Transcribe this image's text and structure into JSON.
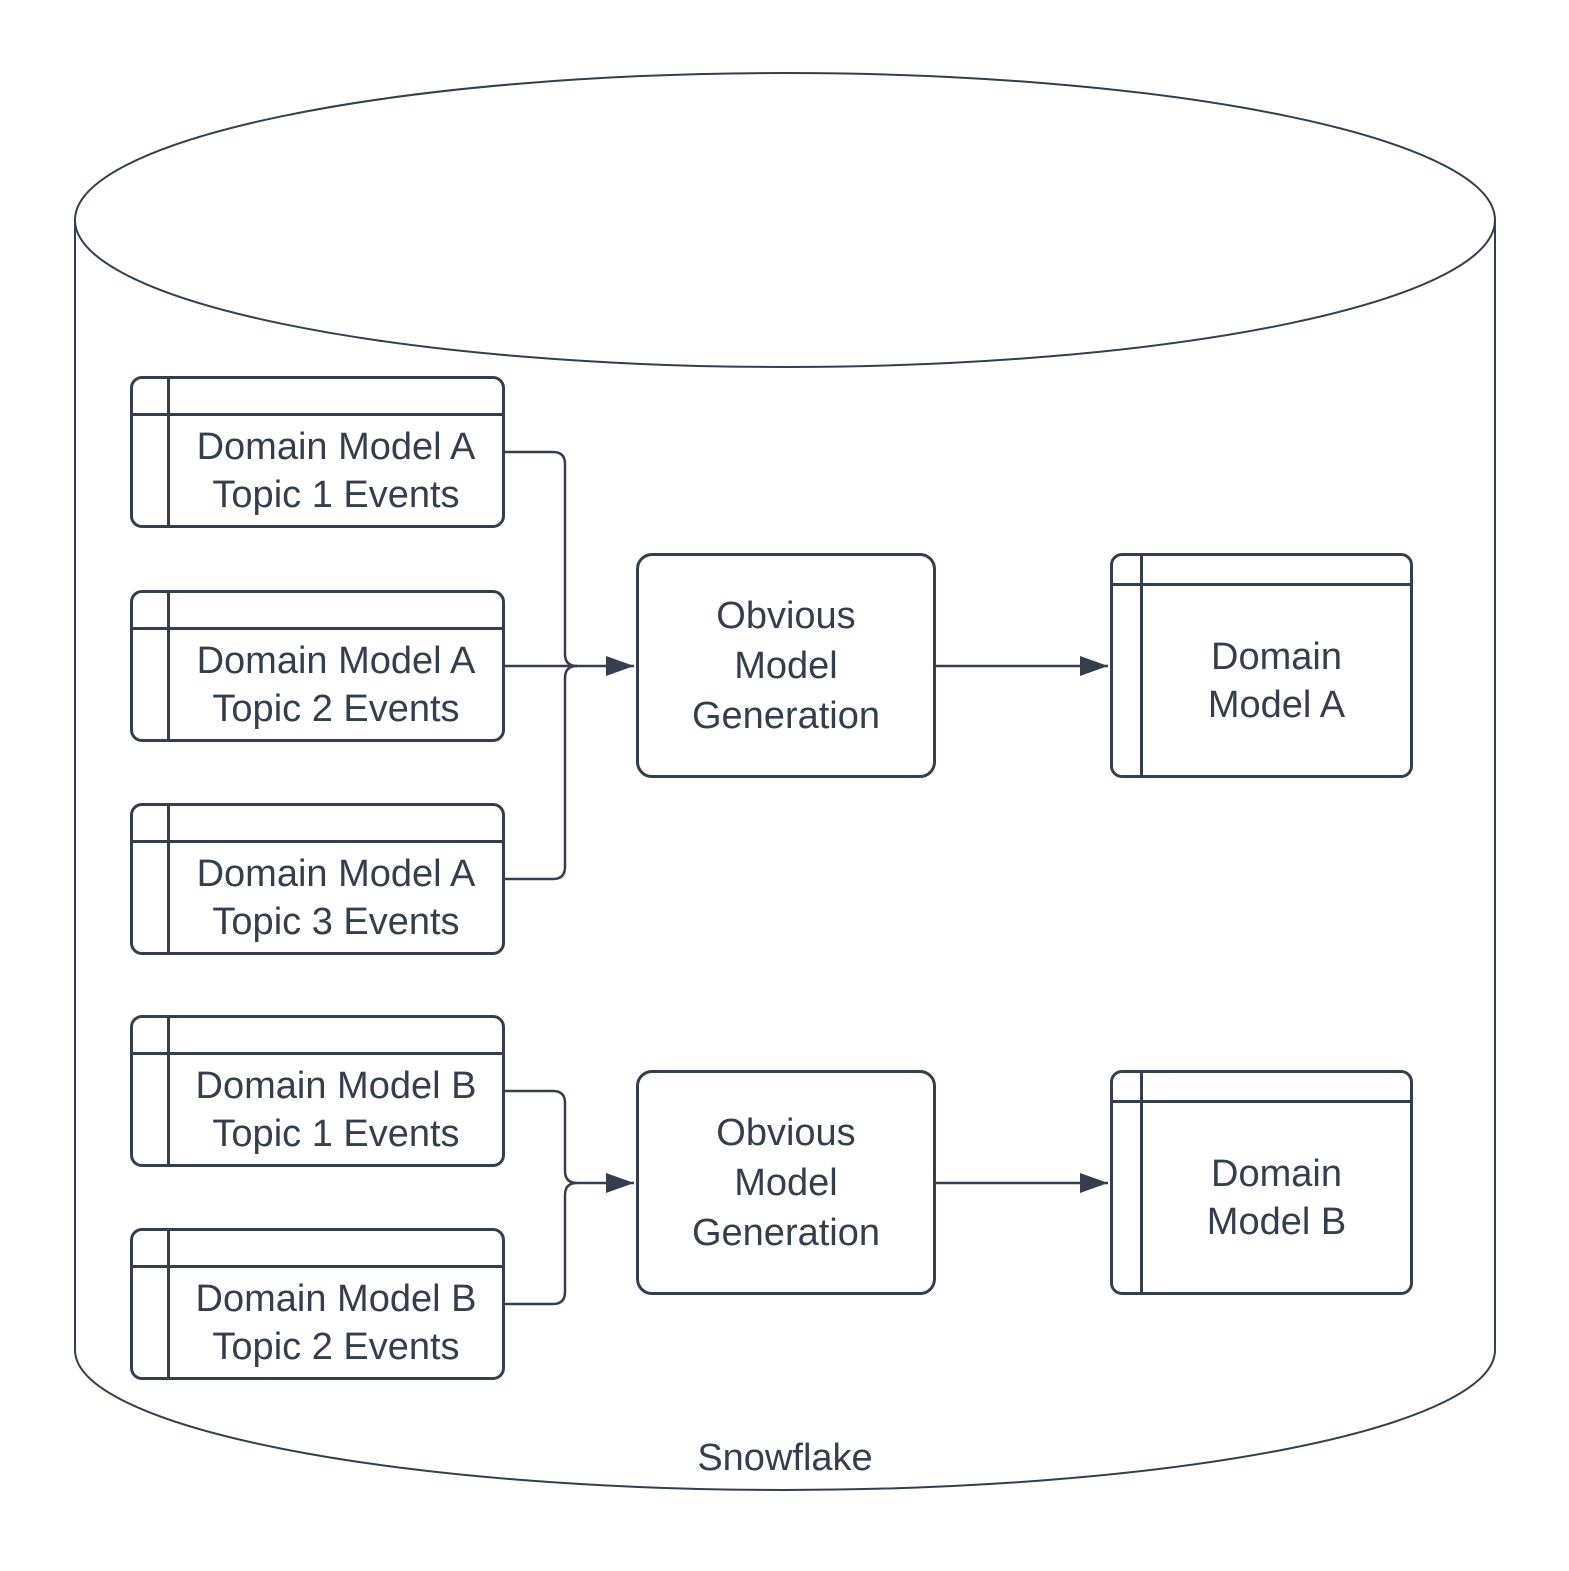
{
  "colors": {
    "stroke": "#343e4d",
    "background": "#ffffff"
  },
  "cylinder": {
    "label": "Snowflake"
  },
  "groups": [
    {
      "name": "A",
      "sources": [
        "Domain Model A\nTopic 1 Events",
        "Domain Model A\nTopic 2 Events",
        "Domain Model A\nTopic 3 Events"
      ],
      "process": "Obvious\nModel\nGeneration",
      "output": "Domain\nModel A"
    },
    {
      "name": "B",
      "sources": [
        "Domain Model B\nTopic 1 Events",
        "Domain Model B\nTopic 2 Events"
      ],
      "process": "Obvious\nModel\nGeneration",
      "output": "Domain\nModel B"
    }
  ]
}
